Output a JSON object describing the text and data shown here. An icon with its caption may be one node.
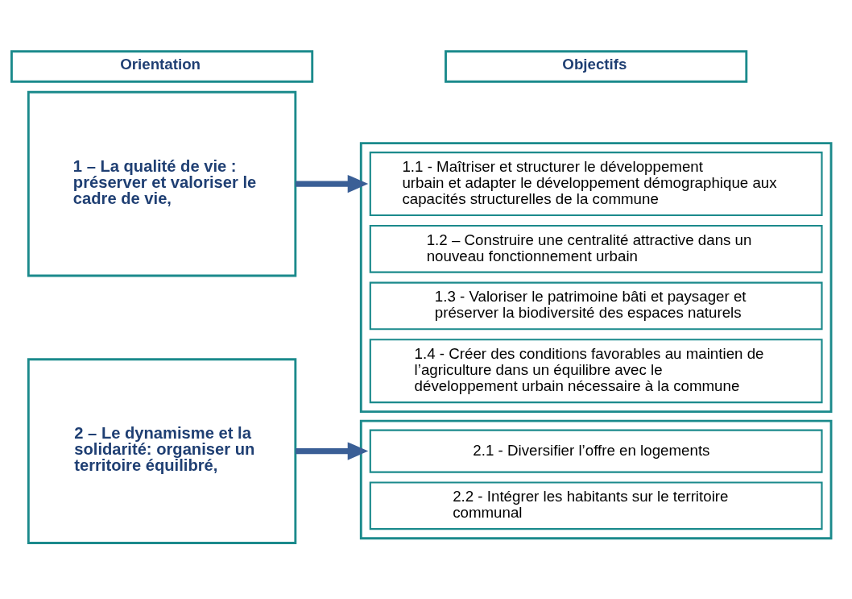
{
  "diagram": {
    "nodes": [
      {
        "text": [
          "Orientation"
        ]
      },
      {
        "text": [
          "Objectifs"
        ]
      },
      {
        "text": [
          "1 – La qualité de vie : préserver et valoriser le cadre de vie,"
        ]
      },
      {
        "text": [],
        "shape": "box"
      },
      {
        "text": [
          "1.1 - Maîtriser et structurer le développement urbain et adapter le développement démographique aux capacités structurelles de la commune"
        ],
        "in": 3
      },
      {
        "text": [
          "1.2 – Construire une centralité attractive dans un nouveau fonctionnement urbain"
        ],
        "in": 3
      },
      {
        "text": [
          "1.3 - Valoriser le patrimoine bâti et paysager et préserver la biodiversité des espaces naturels"
        ],
        "in": 3
      },
      {
        "text": [
          "1.4 - Créer des conditions favorables au maintien de l’agriculture dans un équilibre avec le développement urbain nécessaire à la commune"
        ],
        "in": 3
      },
      {
        "text": [
          "2 – Le dynamisme et la solidarité: organiser un territoire équilibré,"
        ]
      },
      {
        "text": [],
        "shape": "box"
      },
      {
        "text": [
          "2.1 - Diversifier l’offre en logements"
        ],
        "in": 9
      },
      {
        "text": [
          "2.2 - Intégrer les habitants sur le territoire communal"
        ],
        "in": 9
      }
    ],
    "edges": [
      {
        "from": 2,
        "to": 3,
        "arrow": "to"
      },
      {
        "from": 8,
        "to": 9,
        "arrow": "to"
      }
    ]
  }
}
